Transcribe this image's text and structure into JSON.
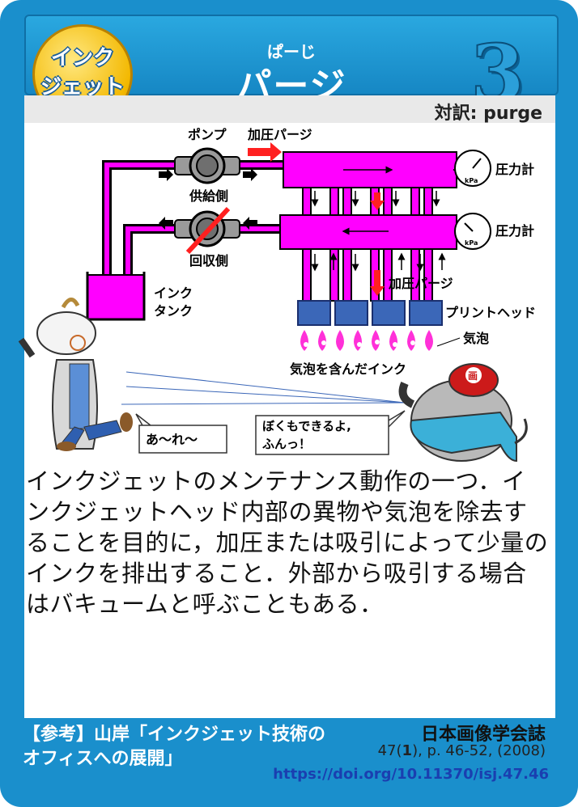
{
  "card": {
    "reading": "ぱーじ",
    "title": "パージ",
    "number": "3",
    "badge_line1": "インク",
    "badge_line2": "ジェット",
    "translation": "対訳: purge"
  },
  "diagram": {
    "pump_label": "ポンプ",
    "supply_label": "供給側",
    "recovery_label": "回収側",
    "pressure_purge_top": "加圧パージ",
    "pressure_purge_bottom": "加圧パージ",
    "gauge_label_top": "圧力計",
    "gauge_label_bottom": "圧力計",
    "gauge_unit": "kPa",
    "ink_tank_line1": "インク",
    "ink_tank_line2": "タンク",
    "print_head": "プリントヘッド",
    "bubble": "気泡",
    "ink_with_bubbles": "気泡を含んだインク",
    "goat_speech": "あ～れ～",
    "elephant_speech_line1": "ぼくもできるよ,",
    "elephant_speech_line2": "ふんっ！",
    "elephant_cap": "画"
  },
  "description": "インクジェットのメンテナンス動作の一つ．インクジェットヘッド内部の異物や気泡を除去することを目的に，加圧または吸引によって少量のインクを排出すること．外部から吸引する場合はバキュームと呼ぶこともある．",
  "footer": {
    "reference": "【参考】山岸「インクジェット技術のオフィスへの展開」",
    "journal": "日本画像学会誌",
    "citation_volume": "47(",
    "citation_issue": "1",
    "citation_rest": "), p. 46-52, (2008)",
    "doi": "https://doi.org/10.11370/isj.47.46"
  },
  "colors": {
    "frame": "#1a8fcc",
    "ink": "#ff00ff",
    "head": "#3b67b8",
    "arrow_red": "#ff2020",
    "badge": "#f3b800"
  }
}
